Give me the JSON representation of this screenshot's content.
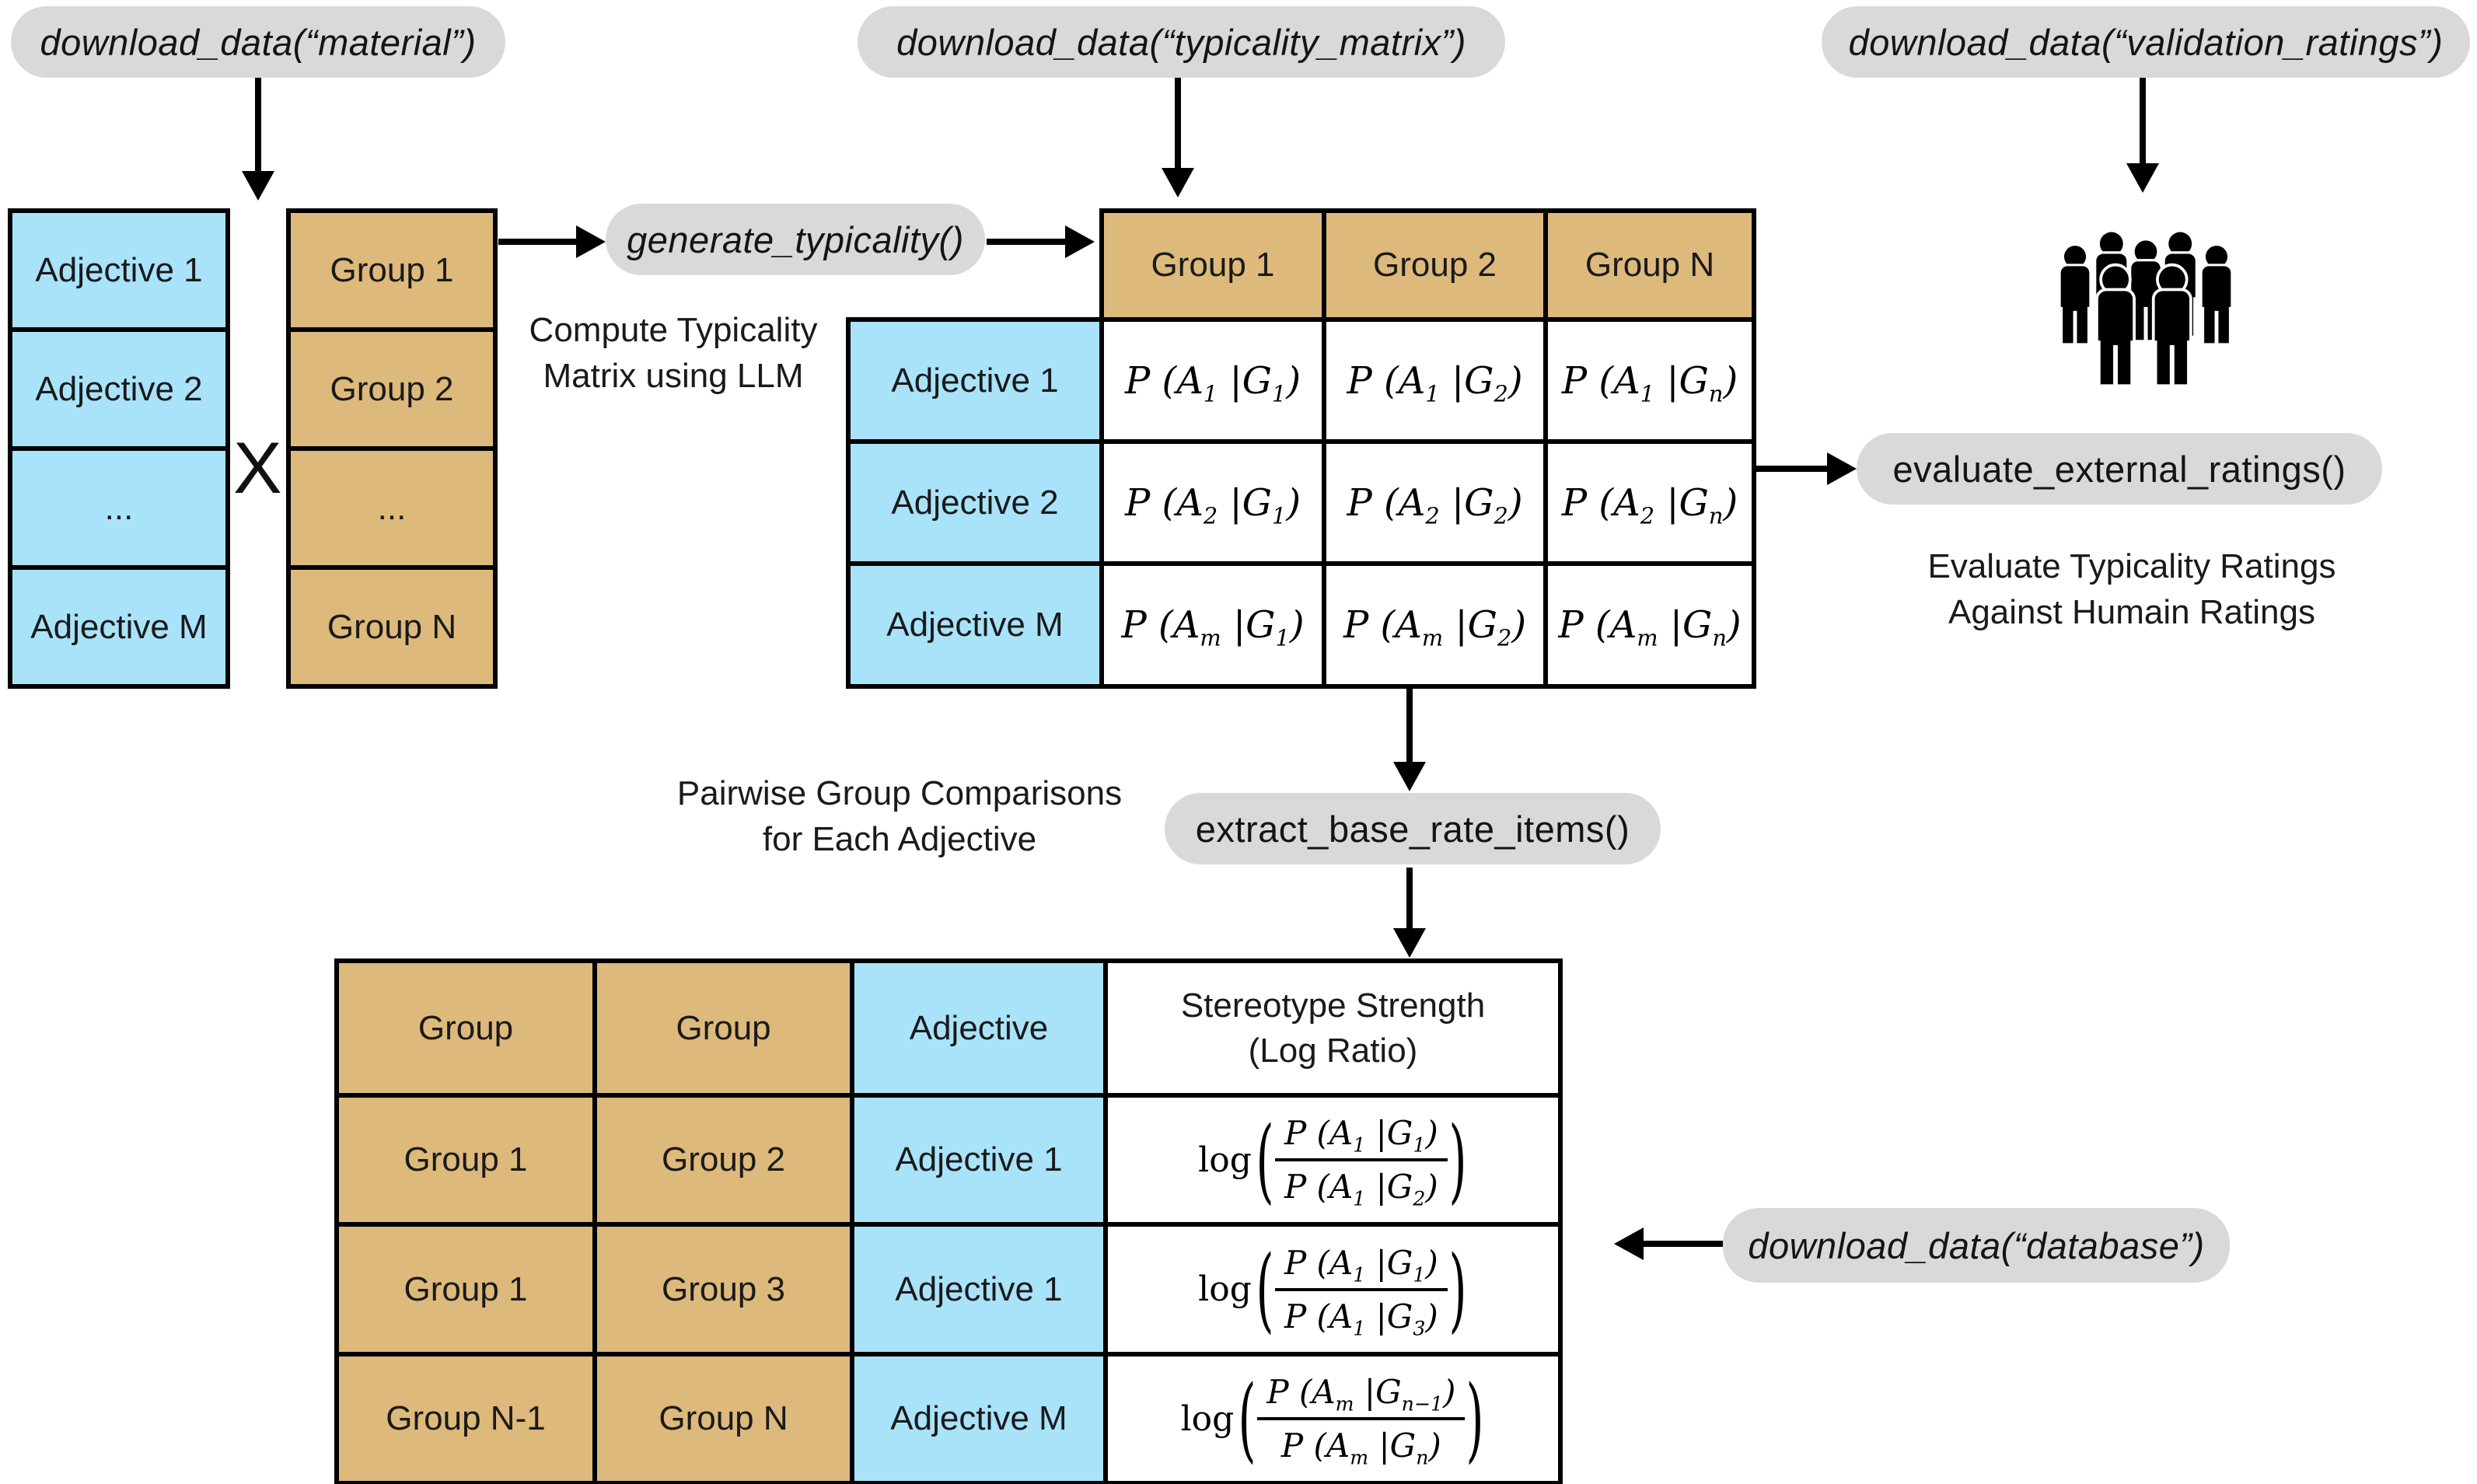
{
  "colors": {
    "tan": "#DDB97C",
    "blue": "#A9E3FA",
    "pill_gray": "#D9D9D9",
    "line": "#000000"
  },
  "pills": {
    "material": "download_data(“material”)",
    "typicality_matrix": "download_data(“typicality_matrix”)",
    "validation_ratings": "download_data(“validation_ratings”)",
    "generate_typicality": "generate_typicality()",
    "evaluate_external_ratings": "evaluate_external_ratings()",
    "extract_base_rate_items": "extract_base_rate_items()",
    "database": "download_data(“database”)"
  },
  "captions": {
    "compute_typicality": {
      "line1": "Compute Typicality",
      "line2": "Matrix using LLM"
    },
    "pairwise": {
      "line1": "Pairwise Group Comparisons",
      "line2": "for Each Adjective"
    },
    "evaluate": {
      "line1": "Evaluate Typicality Ratings",
      "line2": "Against Humain Ratings"
    }
  },
  "cross_operator": "X",
  "adjective_list": [
    "Adjective 1",
    "Adjective 2",
    "...",
    "Adjective M"
  ],
  "group_list": [
    "Group 1",
    "Group 2",
    "...",
    "Group N"
  ],
  "typicality_matrix": {
    "col_headers": [
      "Group 1",
      "Group 2",
      "Group N"
    ],
    "row_headers": [
      "Adjective 1",
      "Adjective 2",
      "Adjective M"
    ],
    "cells": [
      [
        "P (A_{1} |G_{1})",
        "P (A_{1} |G_{2})",
        "P (A_{1} |G_{n})"
      ],
      [
        "P (A_{2} |G_{1})",
        "P (A_{2} |G_{2})",
        "P (A_{2} |G_{n})"
      ],
      [
        "P (A_{m} |G_{1})",
        "P (A_{m} |G_{2})",
        "P (A_{m} |G_{n})"
      ]
    ]
  },
  "base_rate_table": {
    "headers": [
      "Group",
      "Group",
      "Adjective"
    ],
    "header_last": {
      "line1": "Stereotype Strength",
      "line2": "(Log Ratio)"
    },
    "rows": [
      {
        "group_a": "Group 1",
        "group_b": "Group 2",
        "adjective": "Adjective 1",
        "formula": {
          "func": "log",
          "num": "P (A_{1} |G_{1})",
          "den": "P (A_{1} |G_{2})"
        }
      },
      {
        "group_a": "Group 1",
        "group_b": "Group 3",
        "adjective": "Adjective 1",
        "formula": {
          "func": "log",
          "num": "P (A_{1} |G_{1})",
          "den": "P (A_{1} |G_{3})"
        }
      },
      {
        "group_a": "Group N-1",
        "group_b": "Group N",
        "adjective": "Adjective M",
        "formula": {
          "func": "log",
          "num": "P (A_{m} |G_{n−1})",
          "den": "P (A_{m} |G_{n})"
        }
      }
    ]
  },
  "icons": {
    "crowd": "group-of-people"
  }
}
